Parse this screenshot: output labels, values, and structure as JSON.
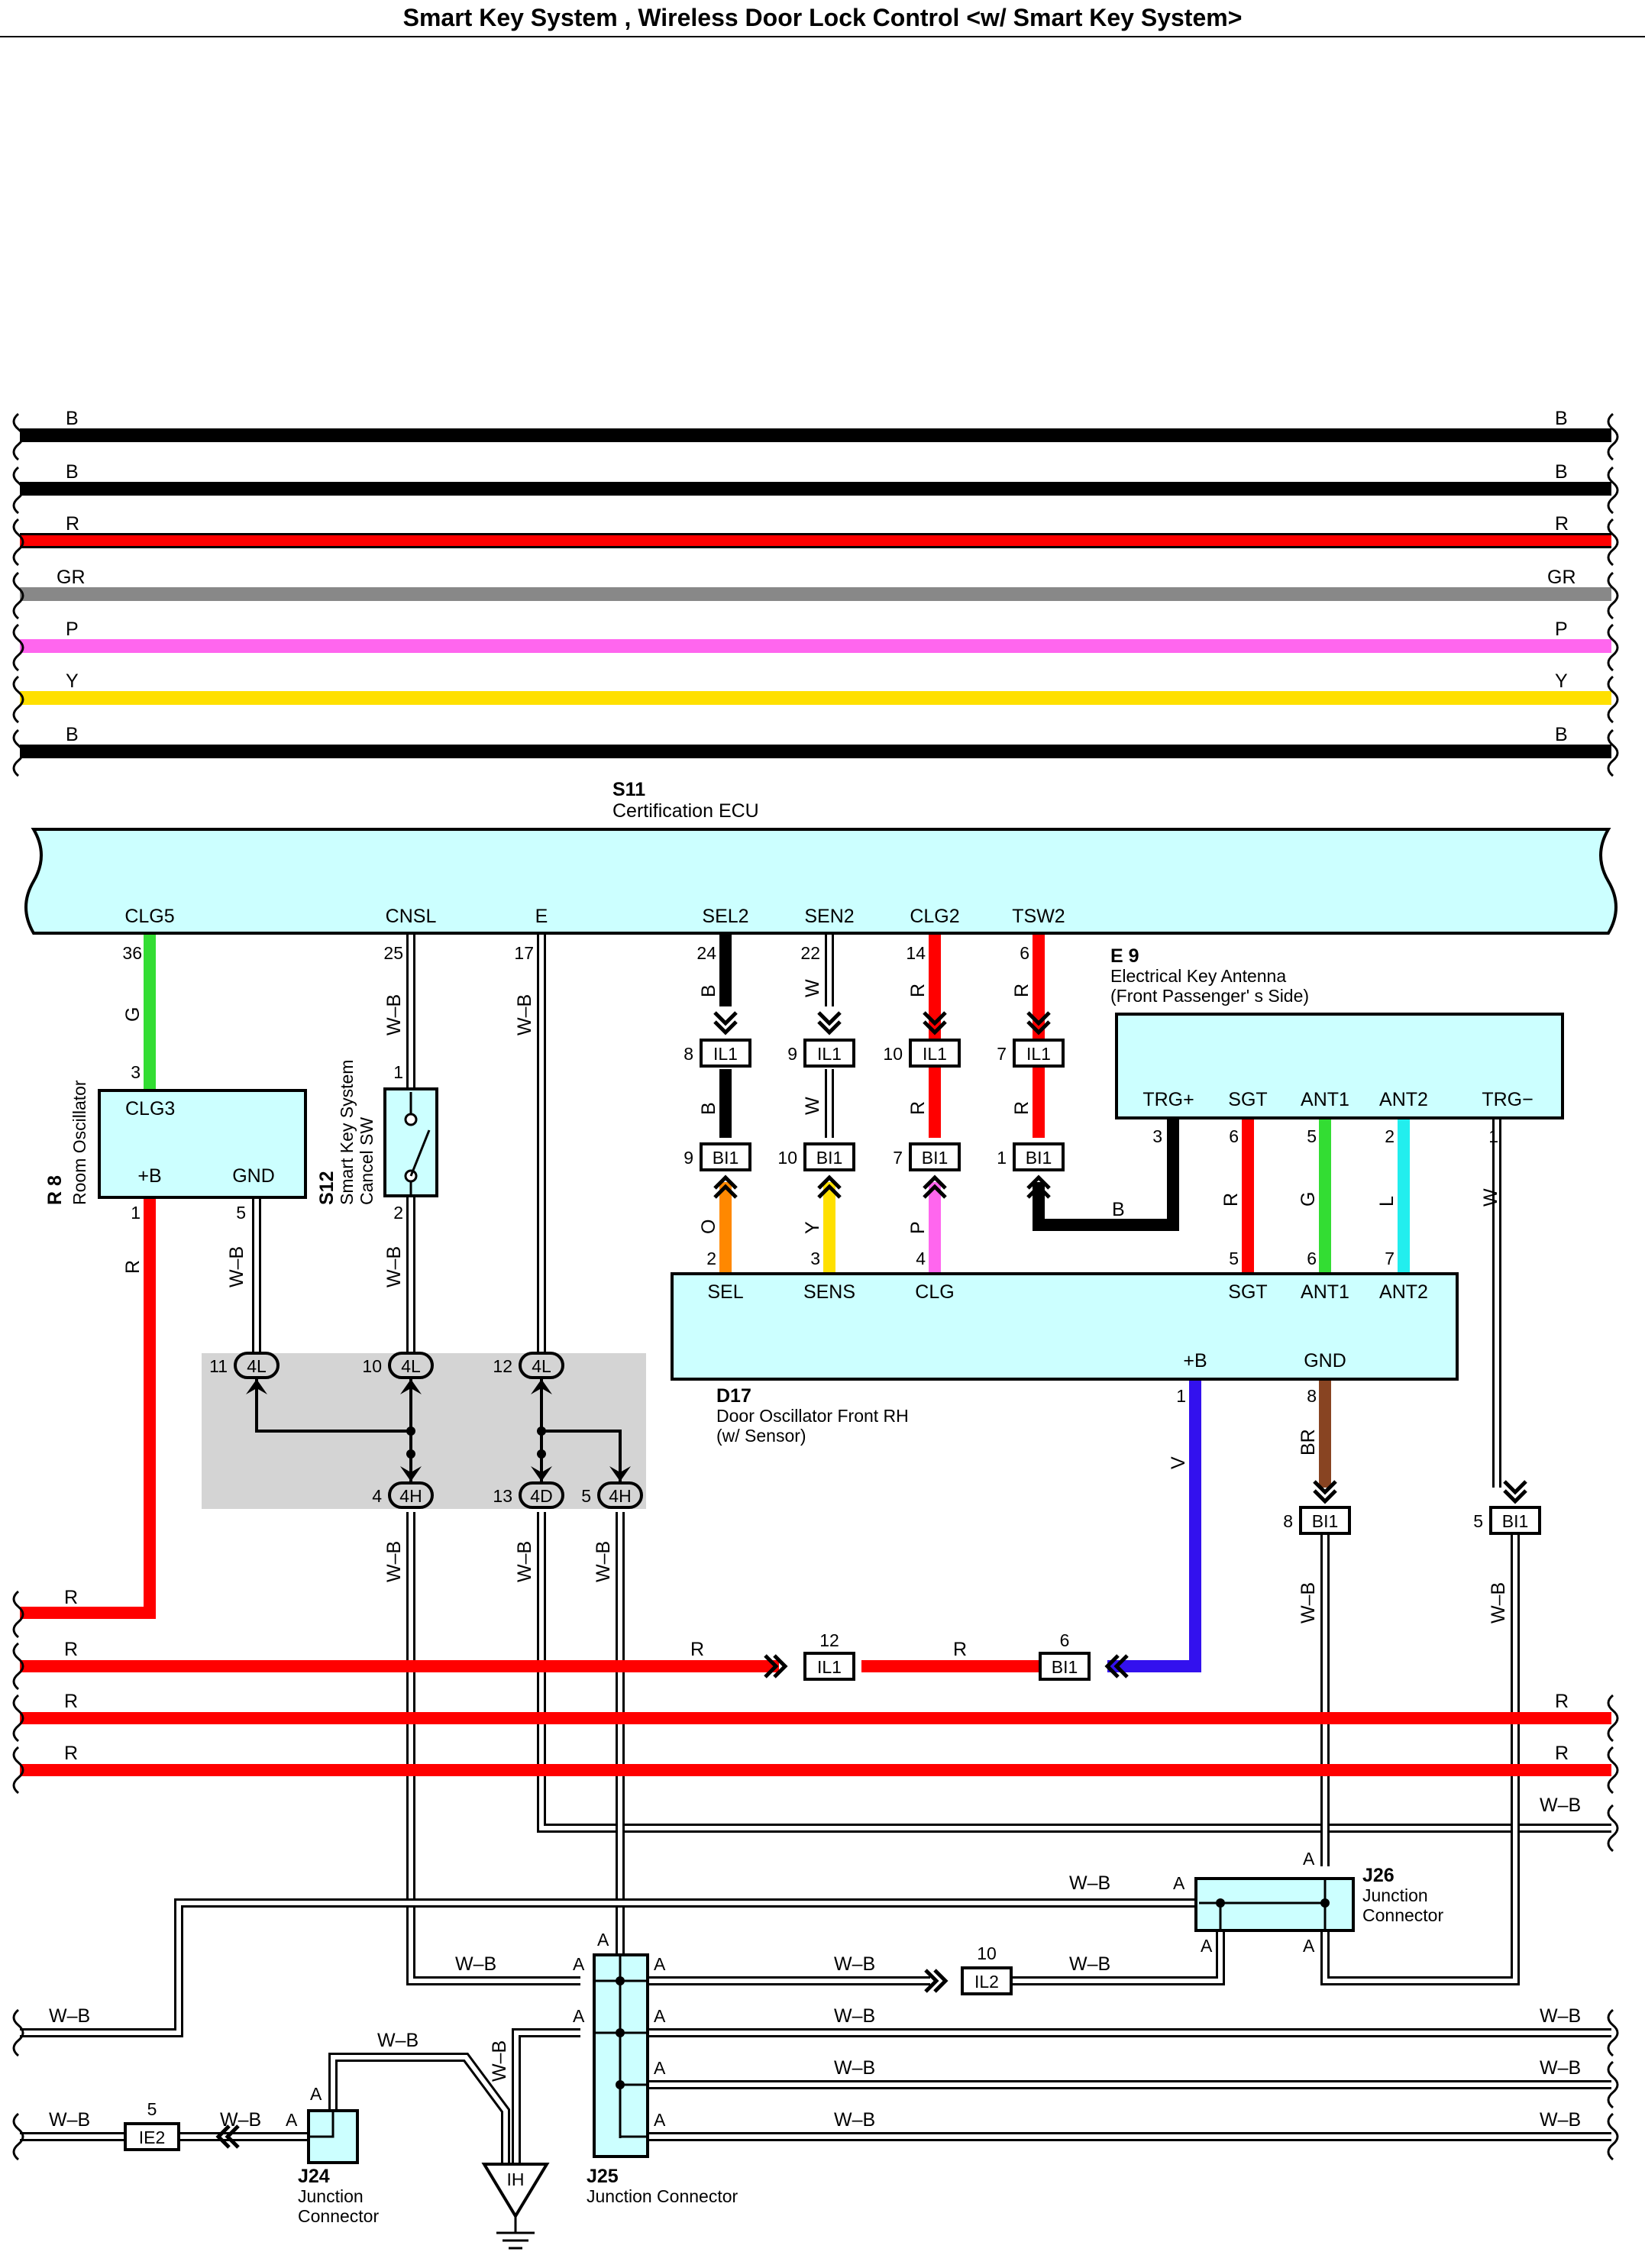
{
  "title": "Smart Key System , Wireless Door Lock Control <w/ Smart Key System>",
  "colors": {
    "B": "#000000",
    "R": "#ff0000",
    "GR": "#888888",
    "P": "#ff66ee",
    "Y": "#ffe000",
    "G": "#33dd33",
    "O": "#ff8800",
    "W": "#ffffff",
    "L": "#22eeee",
    "V": "#3311ee",
    "BR": "#884422",
    "WB": "#ffffff",
    "component_fill": "#ccffff",
    "junction_bg": "#d4d4d4"
  },
  "top_buses": [
    {
      "left": "B",
      "right": "B"
    },
    {
      "left": "B",
      "right": "B"
    },
    {
      "left": "R",
      "right": "R"
    },
    {
      "left": "GR",
      "right": "GR"
    },
    {
      "left": "P",
      "right": "P"
    },
    {
      "left": "Y",
      "right": "Y"
    },
    {
      "left": "B",
      "right": "B"
    }
  ],
  "components": {
    "s11": {
      "id": "S11",
      "name": "Certification ECU",
      "pins": [
        "CLG5",
        "CNSL",
        "E",
        "SEL2",
        "SEN2",
        "CLG2",
        "TSW2"
      ],
      "pin_nums": [
        "36",
        "25",
        "17",
        "24",
        "22",
        "14",
        "6"
      ]
    },
    "e9": {
      "id": "E 9",
      "name1": "Electrical Key Antenna",
      "name2": "(Front Passenger' s Side)",
      "pins": [
        "TRG+",
        "SGT",
        "ANT1",
        "ANT2",
        "TRG−"
      ],
      "pin_nums": [
        "3",
        "6",
        "5",
        "2",
        "1"
      ]
    },
    "r8": {
      "id": "R 8",
      "name": "Room Oscillator",
      "pin_top": "CLG3",
      "pin_b": "+B",
      "pin_gnd": "GND",
      "num_top": "3",
      "num_b": "1",
      "num_gnd": "5"
    },
    "s12": {
      "id": "S12",
      "name1": "Smart Key System",
      "name2": "Cancel SW",
      "num_top": "1",
      "num_bot": "2"
    },
    "d17": {
      "id": "D17",
      "name1": "Door Oscillator Front RH",
      "name2": "(w/ Sensor)",
      "pins_top": [
        "SEL",
        "SENS",
        "CLG",
        "SGT",
        "ANT1",
        "ANT2"
      ],
      "nums_top": [
        "2",
        "3",
        "4",
        "5",
        "6",
        "7"
      ],
      "pins_bot": [
        "+B",
        "GND"
      ],
      "nums_bot": [
        "1",
        "8"
      ]
    },
    "j24": {
      "id": "J24",
      "name1": "Junction",
      "name2": "Connector"
    },
    "j25": {
      "id": "J25",
      "name": "Junction Connector"
    },
    "j26": {
      "id": "J26",
      "name1": "Junction",
      "name2": "Connector"
    },
    "ih": {
      "id": "IH"
    }
  },
  "connectors": {
    "il1": "IL1",
    "bi1": "BI1",
    "l4": "4L",
    "h4": "4H",
    "d4": "4D",
    "il2": "IL2",
    "ie2": "IE2"
  },
  "connector_pins": {
    "il1_a": "8",
    "il1_b": "9",
    "il1_c": "10",
    "il1_d": "7",
    "bi1_a": "9",
    "bi1_b": "10",
    "bi1_c": "7",
    "bi1_d": "1",
    "l4_a": "11",
    "l4_b": "10",
    "l4_c": "12",
    "h4_a": "4",
    "d4_a": "13",
    "h4_b": "5",
    "bi1_e": "8",
    "bi1_f": "5",
    "il1_e": "12",
    "bi1_g": "6",
    "il2": "10",
    "ie2": "5"
  },
  "wire_labels": {
    "g": "G",
    "r": "R",
    "wb": "W–B",
    "b": "B",
    "w": "W",
    "o": "O",
    "y": "Y",
    "p": "P",
    "l": "L",
    "v": "V",
    "br": "BR",
    "a": "A"
  }
}
